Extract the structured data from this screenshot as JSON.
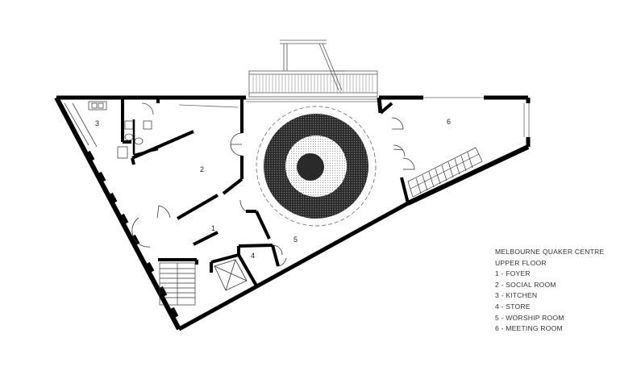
{
  "plan": {
    "title": "MELBOURNE QUAKER CENTRE",
    "subtitle": "UPPER FLOOR",
    "legend": [
      "1 - FOYER",
      "2 - SOCIAL ROOM",
      "3 - KITCHEN",
      "4 - STORE",
      "5 - WORSHIP ROOM",
      "6 - MEETING ROOM"
    ],
    "room_labels": [
      "1",
      "2",
      "3",
      "4",
      "5",
      "6"
    ]
  }
}
